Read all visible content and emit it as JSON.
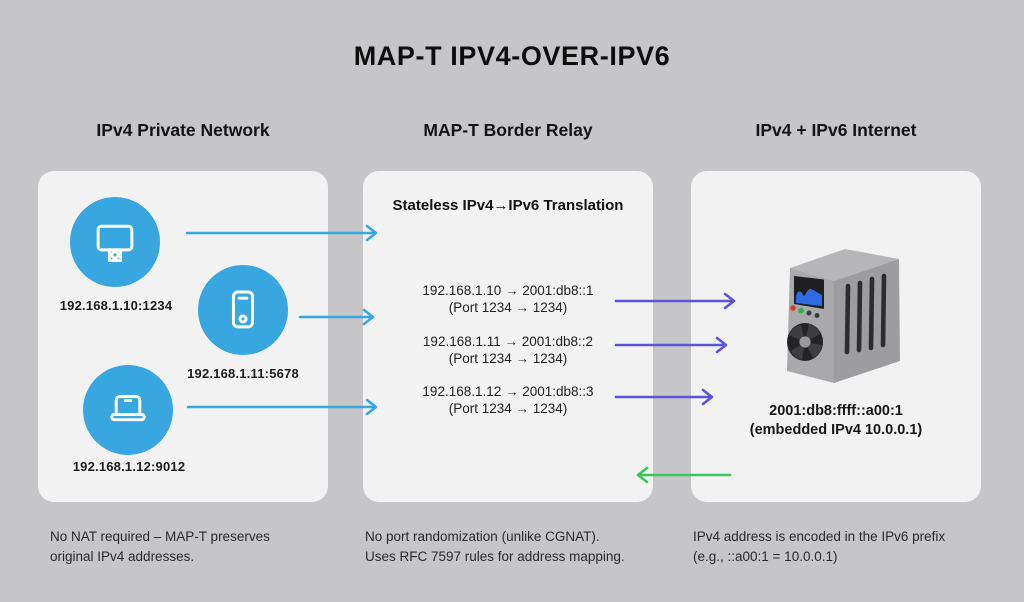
{
  "title": "MAP-T IPV4-OVER-IPV6",
  "colors": {
    "background": "#c6c5c7",
    "card": "#f3f2f3",
    "device_blue": "#38a6df",
    "arrow_blue": "#38a6df",
    "arrow_purple": "#5b54db",
    "arrow_green": "#3ec55b",
    "text_dark": "#141415"
  },
  "columns": [
    {
      "header": "IPv4 Private Network",
      "devices": [
        {
          "icon": "desktop-icon",
          "address": "192.168.1.10:1234"
        },
        {
          "icon": "smartphone-icon",
          "address": "192.168.1.11:5678"
        },
        {
          "icon": "laptop-icon",
          "address": "192.168.1.12:9012"
        }
      ],
      "note_lines": [
        "No NAT required – MAP-T preserves",
        "original IPv4 addresses."
      ]
    },
    {
      "header": "MAP-T Border Relay",
      "panel_title": "Stateless IPv4→IPv6 Translation",
      "mappings": [
        {
          "line1": "192.168.1.10 → 2001:db8::1",
          "line2": "(Port 1234 → 1234)"
        },
        {
          "line1": "192.168.1.11 → 2001:db8::2",
          "line2": "(Port 1234 → 1234)"
        },
        {
          "line1": "192.168.1.12 → 2001:db8::3",
          "line2": "(Port 1234 → 1234)"
        }
      ],
      "note_lines": [
        "No port randomization (unlike CGNAT).",
        "Uses RFC 7597 rules for address mapping."
      ]
    },
    {
      "header": "IPv4 + IPv6 Internet",
      "server_icon": "server-router-icon",
      "server_address": "2001:db8:ffff::a00:1",
      "server_address_note": "(embedded IPv4 10.0.0.1)",
      "note_lines": [
        "IPv4 address is encoded in the IPv6 prefix",
        "(e.g., ::a00:1 = 10.0.0.1)"
      ]
    }
  ]
}
